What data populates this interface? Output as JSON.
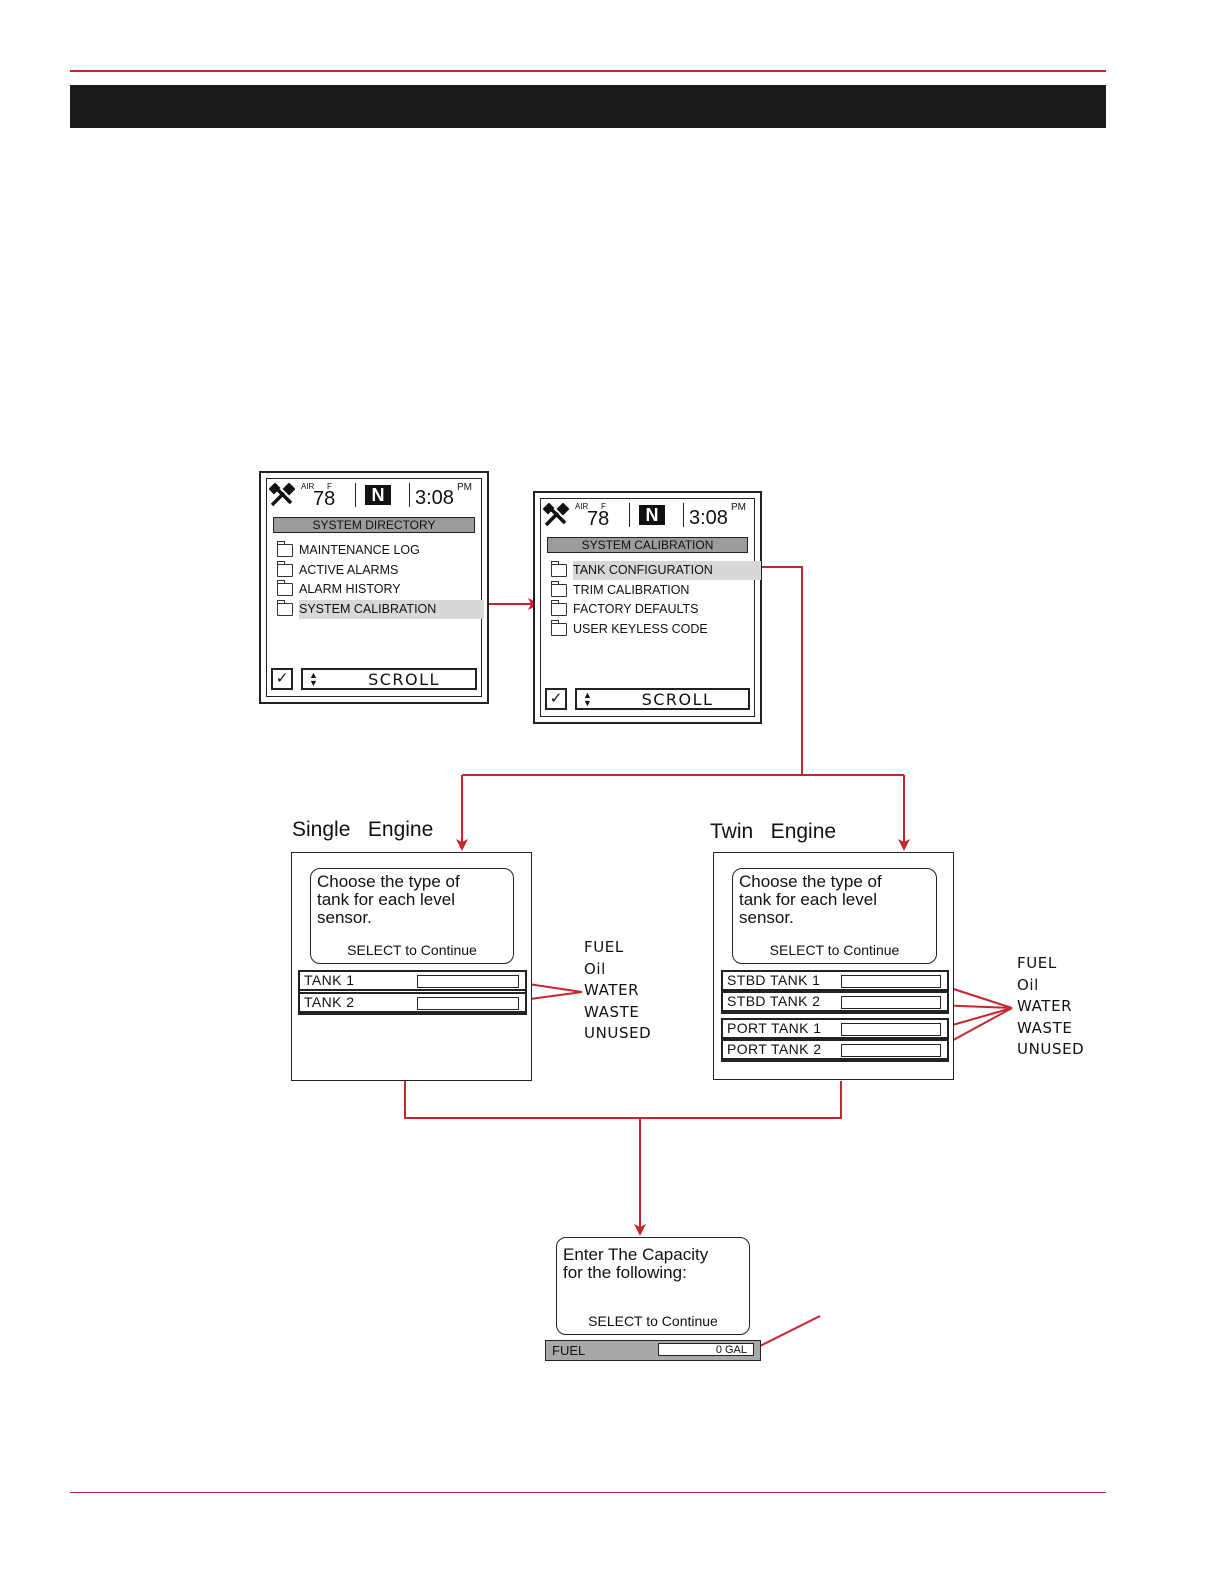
{
  "screen1": {
    "air_label": "AIR",
    "unit_label": "F",
    "temp": "78",
    "gear": "N",
    "time": "3:08",
    "ampm": "PM",
    "title": "SYSTEM DIRECTORY",
    "items": [
      "MAINTENANCE LOG",
      "ACTIVE ALARMS",
      "ALARM HISTORY",
      "SYSTEM CALIBRATION"
    ],
    "selected_index": 3,
    "check": "✓",
    "scroll": "SCROLL"
  },
  "screen2": {
    "air_label": "AIR",
    "unit_label": "F",
    "temp": "78",
    "gear": "N",
    "time": "3:08",
    "ampm": "PM",
    "title": "SYSTEM CALIBRATION",
    "items": [
      "TANK CONFIGURATION",
      "TRIM CALIBRATION",
      "FACTORY DEFAULTS",
      "USER KEYLESS CODE"
    ],
    "selected_index": 0,
    "check": "✓",
    "scroll": "SCROLL"
  },
  "single": {
    "title": "Single   Engine",
    "message": "Choose the type of\ntank for each level\nsensor.",
    "continue": "SELECT to Continue",
    "tanks": [
      "TANK 1",
      "TANK 2"
    ],
    "options": [
      "FUEL",
      "Oil",
      "WATER",
      "WASTE",
      "UNUSED"
    ]
  },
  "twin": {
    "title": "Twin   Engine",
    "message": "Choose the type of\ntank for each level\nsensor.",
    "continue": "SELECT to Continue",
    "tanks": [
      "STBD TANK 1",
      "STBD TANK 2",
      "PORT TANK 1",
      "PORT TANK 2"
    ],
    "options": [
      "FUEL",
      "Oil",
      "WATER",
      "WASTE",
      "UNUSED"
    ]
  },
  "capacity": {
    "message": "Enter The Capacity\nfor the following:",
    "continue": "SELECT to Continue",
    "fuel_label": "FUEL",
    "fuel_value": "0  GAL"
  },
  "colors": {
    "accent": "#c4262e",
    "header_bar": "#1a1a1a"
  }
}
